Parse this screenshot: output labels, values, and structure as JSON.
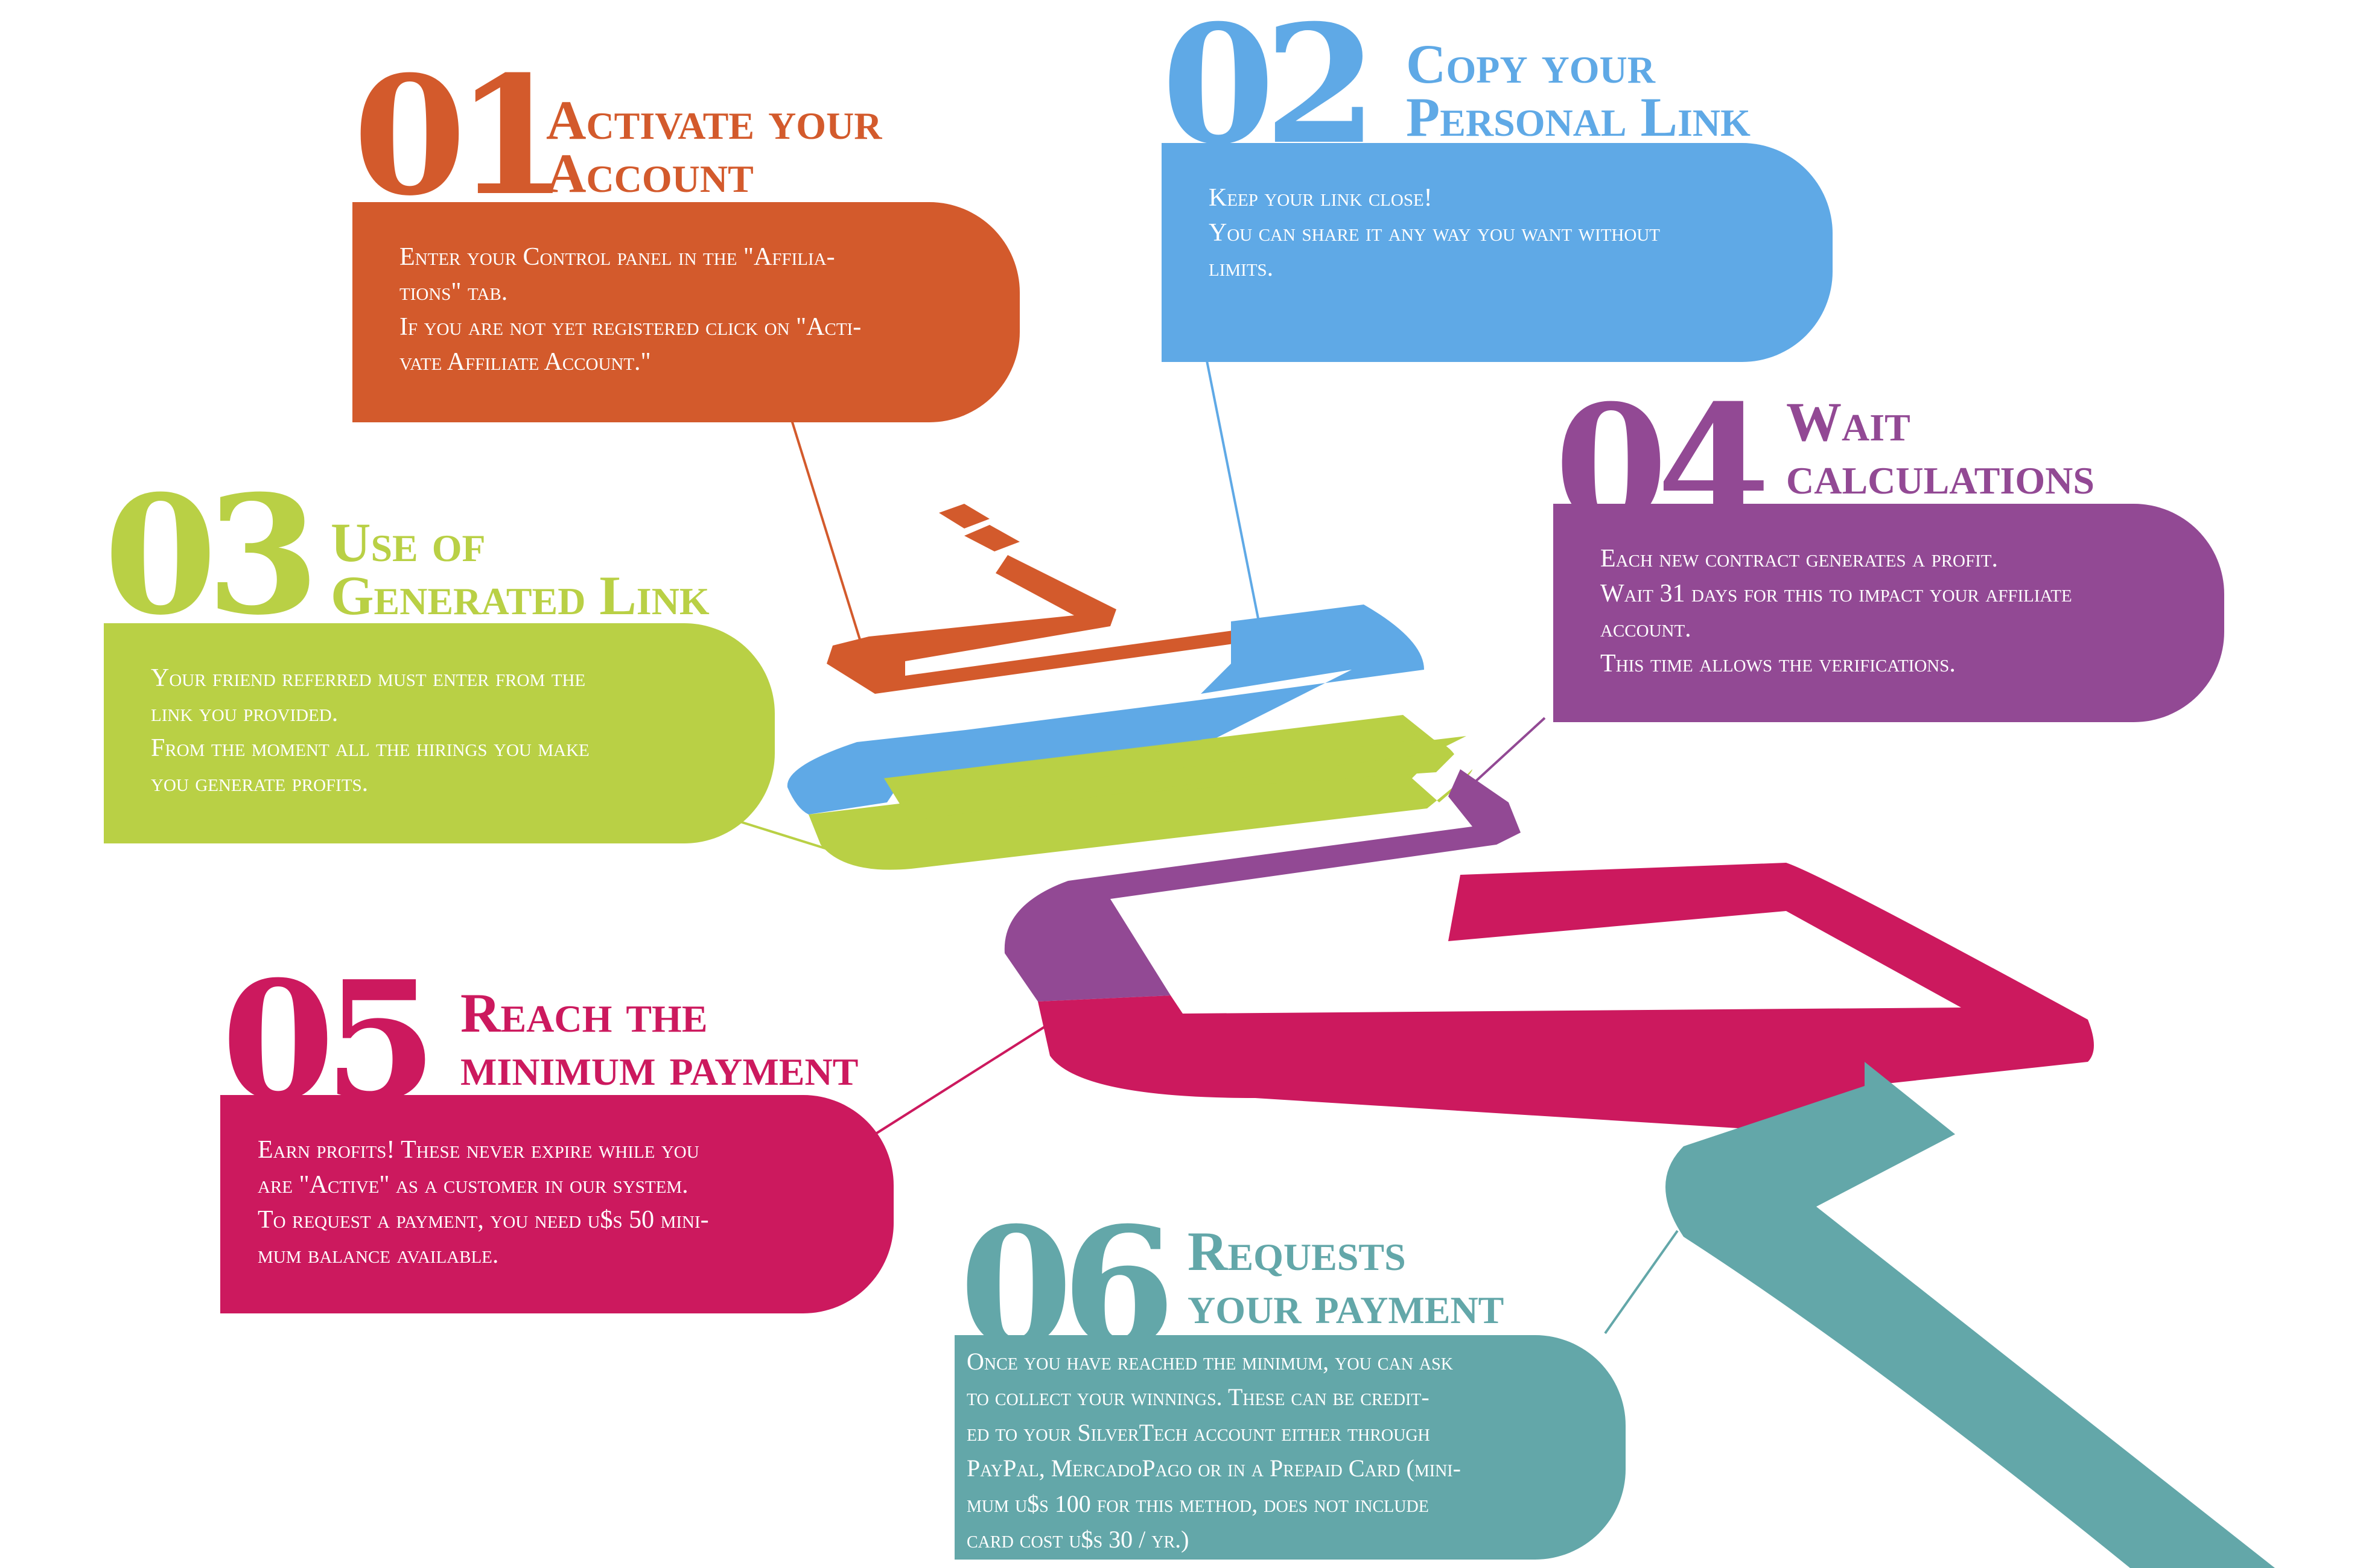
{
  "steps": [
    {
      "number": "01",
      "title_line1": "Activate your",
      "title_line2": "Account",
      "body": [
        "Enter your Control panel in the \"Affilia-",
        "tions\" tab.",
        "If you are not yet registered click on \"Acti-",
        "vate Affiliate Account.\""
      ],
      "color": "#d35a2c"
    },
    {
      "number": "02",
      "title_line1": "Copy your",
      "title_line2": "Personal Link",
      "body": [
        "Keep your link close!",
        "You can share it any way you want without",
        "limits."
      ],
      "color": "#5fa9e6"
    },
    {
      "number": "03",
      "title_line1": "Use of",
      "title_line2": "Generated Link",
      "body": [
        "Your friend referred must enter from the",
        "link you provided.",
        "From the moment all the hirings you make",
        "you generate profits."
      ],
      "color": "#b9d045"
    },
    {
      "number": "04",
      "title_line1": "Wait",
      "title_line2": "calculations",
      "body": [
        "Each new contract generates a profit.",
        "Wait 31 days for this to impact your affiliate",
        "account.",
        "This time allows the verifications."
      ],
      "color": "#924994"
    },
    {
      "number": "05",
      "title_line1": "Reach the",
      "title_line2": "minimum payment",
      "body": [
        "Earn profits! These never expire while you",
        "are \"Active\" as a customer in our system.",
        "To request a payment, you need u$s 50 mini-",
        "mum balance available."
      ],
      "color": "#cc195e"
    },
    {
      "number": "06",
      "title_line1": "Requests",
      "title_line2": "your payment",
      "body": [
        "Once you have reached the minimum, you can ask",
        "to collect your winnings. These can be credit-",
        "ed to your SilverTech account either through",
        "PayPal, MercadoPago or in a Prepaid Card (mini-",
        "mum u$s 100 for this method, does not include",
        "card cost u$s 30 / yr.)"
      ],
      "color": "#63a7a9"
    }
  ]
}
